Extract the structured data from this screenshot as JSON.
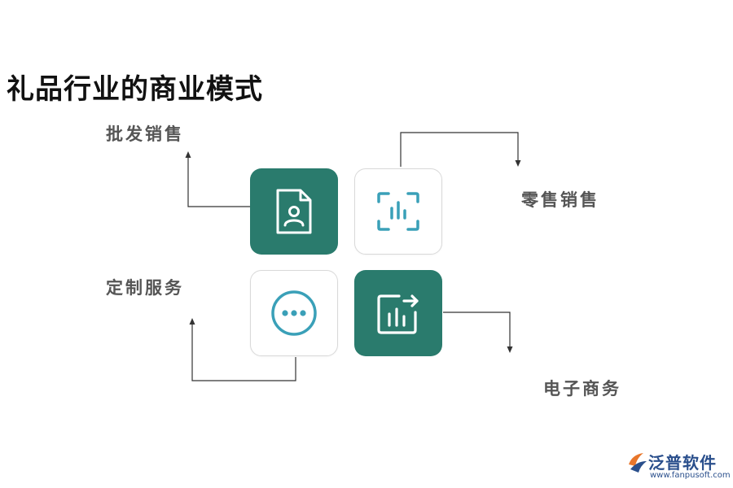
{
  "title": "礼品行业的商业模式",
  "labels": {
    "wholesale": "批发销售",
    "retail": "零售销售",
    "custom": "定制服务",
    "ecommerce": "电子商务"
  },
  "icons": {
    "wholesale": "user-document-icon",
    "retail": "scan-chart-icon",
    "custom": "more-dots-icon",
    "ecommerce": "chart-share-icon"
  },
  "colors": {
    "accent": "#2a7b6d",
    "icon_blue": "#3aa0b8",
    "label": "#555555",
    "line": "#333333",
    "logo": "#2a4f8c"
  },
  "logo": {
    "name": "泛普软件",
    "url": "www.fanpusoft.com"
  }
}
